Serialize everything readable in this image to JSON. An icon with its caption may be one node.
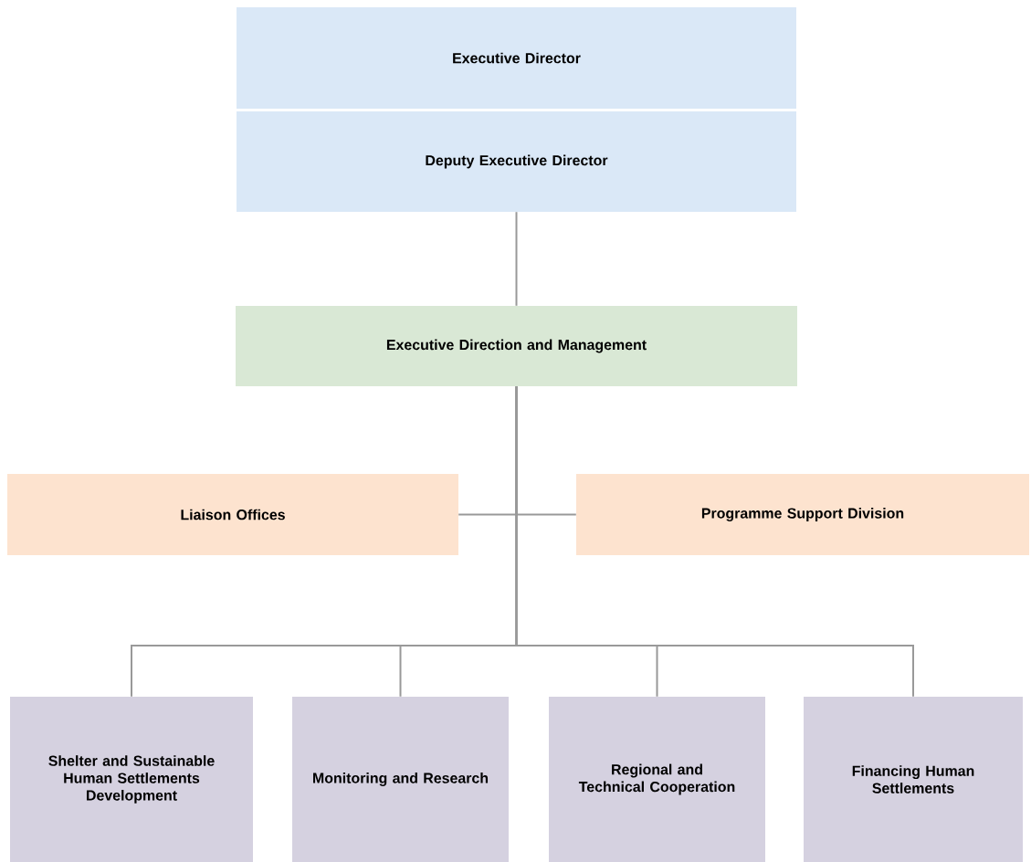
{
  "diagram": {
    "nodes": [
      {
        "text": [
          "Executive Director"
        ]
      },
      {
        "text": [
          "Deputy Executive Director"
        ]
      },
      {
        "text": [
          "Executive Direction and Management"
        ]
      },
      {
        "text": [
          "Liaison Offices"
        ]
      },
      {
        "text": [
          "Programme Support Division"
        ]
      },
      {
        "text": [
          "Shelter and Sustainable Human Settlements Development"
        ]
      },
      {
        "text": [
          "Monitoring and Research"
        ]
      },
      {
        "text": [
          "Regional and Technical Cooperation"
        ]
      },
      {
        "text": [
          "Financing Human Settlements"
        ]
      }
    ],
    "edges": [
      {
        "from": 1,
        "to": 2,
        "arrow": "none"
      },
      {
        "from": 2,
        "to": 3,
        "arrow": "none"
      },
      {
        "from": 2,
        "to": 4,
        "arrow": "none"
      },
      {
        "from": 2,
        "to": 5,
        "arrow": "none"
      },
      {
        "from": 2,
        "to": 6,
        "arrow": "none"
      },
      {
        "from": 2,
        "to": 7,
        "arrow": "none"
      },
      {
        "from": 2,
        "to": 8,
        "arrow": "none"
      }
    ]
  }
}
